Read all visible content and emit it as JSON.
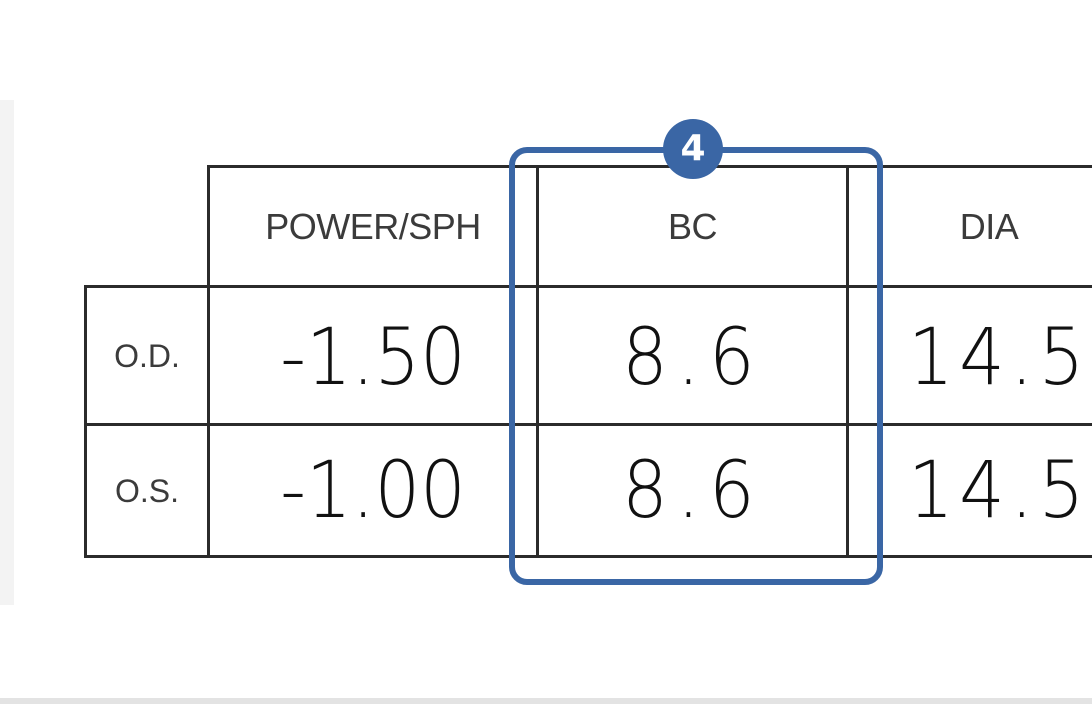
{
  "table": {
    "headers": [
      "POWER/SPH",
      "BC",
      "DIA"
    ],
    "rows": [
      {
        "label": "O.D.",
        "power_sph": "-1.50",
        "bc": "8.6",
        "dia": "14.5"
      },
      {
        "label": "O.S.",
        "power_sph": "-1.00",
        "bc": "8.6",
        "dia": "14.5"
      }
    ]
  },
  "callout": {
    "number": "4",
    "highlighted_column": "BC"
  },
  "colors": {
    "callout_accent": "#3a66a5",
    "grid_line": "#2b2b2b",
    "handwriting": "#111111"
  }
}
